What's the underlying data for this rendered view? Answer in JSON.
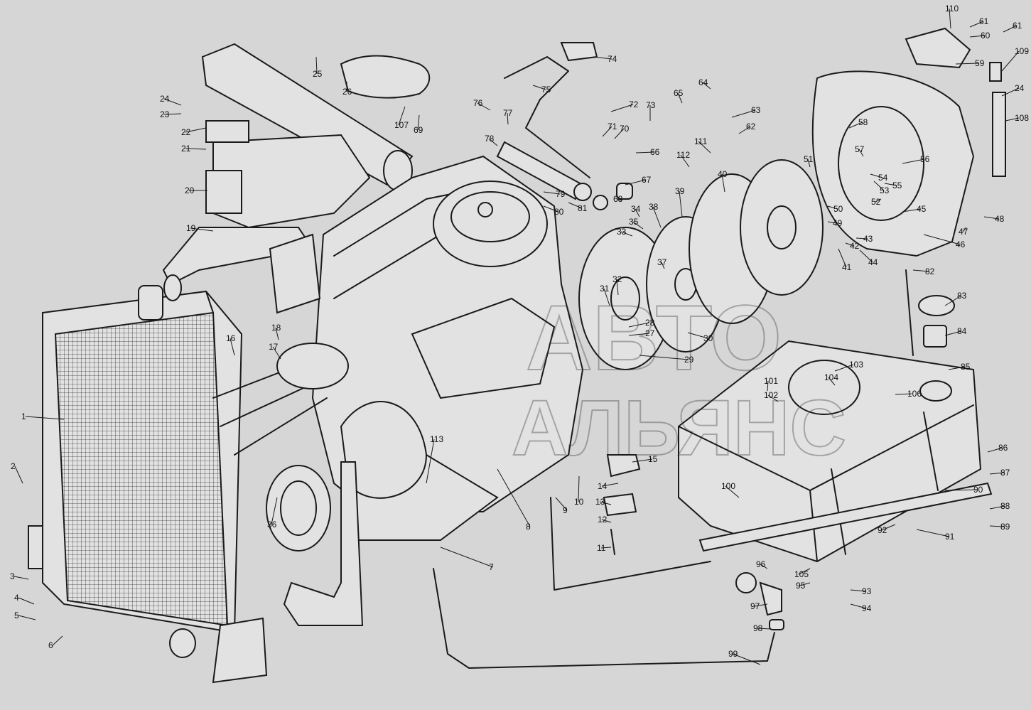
{
  "watermark": {
    "line1": "АВТО",
    "line2": "АЛЬЯНС"
  },
  "colors": {
    "background": "#d6d6d6",
    "ink": "#1a1a1a",
    "part_fill": "#e2e2e2"
  },
  "callouts": [
    {
      "id": "1",
      "text": "1"
    },
    {
      "id": "2",
      "text": "2"
    },
    {
      "id": "3",
      "text": "3"
    },
    {
      "id": "4",
      "text": "4"
    },
    {
      "id": "5",
      "text": "5"
    },
    {
      "id": "6",
      "text": "6"
    },
    {
      "id": "7",
      "text": "7"
    },
    {
      "id": "8",
      "text": "8"
    },
    {
      "id": "9",
      "text": "9"
    },
    {
      "id": "10",
      "text": "10"
    },
    {
      "id": "11",
      "text": "11"
    },
    {
      "id": "12",
      "text": "12"
    },
    {
      "id": "13",
      "text": "13"
    },
    {
      "id": "14",
      "text": "14"
    },
    {
      "id": "15",
      "text": "15"
    },
    {
      "id": "16",
      "text": "16"
    },
    {
      "id": "17",
      "text": "17"
    },
    {
      "id": "18",
      "text": "18"
    },
    {
      "id": "19",
      "text": "19"
    },
    {
      "id": "20",
      "text": "20"
    },
    {
      "id": "21",
      "text": "21"
    },
    {
      "id": "22",
      "text": "22"
    },
    {
      "id": "23",
      "text": "23"
    },
    {
      "id": "24a",
      "text": "24"
    },
    {
      "id": "25",
      "text": "25"
    },
    {
      "id": "26",
      "text": "26"
    },
    {
      "id": "27",
      "text": "27"
    },
    {
      "id": "28",
      "text": "28"
    },
    {
      "id": "29",
      "text": "29"
    },
    {
      "id": "30",
      "text": "30"
    },
    {
      "id": "31",
      "text": "31"
    },
    {
      "id": "32",
      "text": "32"
    },
    {
      "id": "33",
      "text": "33"
    },
    {
      "id": "34",
      "text": "34"
    },
    {
      "id": "35",
      "text": "35"
    },
    {
      "id": "36",
      "text": "36"
    },
    {
      "id": "37",
      "text": "37"
    },
    {
      "id": "38",
      "text": "38"
    },
    {
      "id": "39",
      "text": "39"
    },
    {
      "id": "40",
      "text": "40"
    },
    {
      "id": "41",
      "text": "41"
    },
    {
      "id": "42",
      "text": "42"
    },
    {
      "id": "43",
      "text": "43"
    },
    {
      "id": "44",
      "text": "44"
    },
    {
      "id": "45",
      "text": "45"
    },
    {
      "id": "46",
      "text": "46"
    },
    {
      "id": "47",
      "text": "47"
    },
    {
      "id": "48",
      "text": "48"
    },
    {
      "id": "49",
      "text": "49"
    },
    {
      "id": "50",
      "text": "50"
    },
    {
      "id": "51",
      "text": "51"
    },
    {
      "id": "52",
      "text": "52"
    },
    {
      "id": "53",
      "text": "53"
    },
    {
      "id": "54",
      "text": "54"
    },
    {
      "id": "55",
      "text": "55"
    },
    {
      "id": "56",
      "text": "56"
    },
    {
      "id": "57",
      "text": "57"
    },
    {
      "id": "58",
      "text": "58"
    },
    {
      "id": "59",
      "text": "59"
    },
    {
      "id": "60",
      "text": "60"
    },
    {
      "id": "61a",
      "text": "61"
    },
    {
      "id": "61b",
      "text": "61"
    },
    {
      "id": "62",
      "text": "62"
    },
    {
      "id": "63",
      "text": "63"
    },
    {
      "id": "64",
      "text": "64"
    },
    {
      "id": "65",
      "text": "65"
    },
    {
      "id": "66",
      "text": "66"
    },
    {
      "id": "67",
      "text": "67"
    },
    {
      "id": "68",
      "text": "68"
    },
    {
      "id": "69",
      "text": "69"
    },
    {
      "id": "70",
      "text": "70"
    },
    {
      "id": "71",
      "text": "71"
    },
    {
      "id": "72",
      "text": "72"
    },
    {
      "id": "73",
      "text": "73"
    },
    {
      "id": "74",
      "text": "74"
    },
    {
      "id": "75",
      "text": "75"
    },
    {
      "id": "76",
      "text": "76"
    },
    {
      "id": "77",
      "text": "77"
    },
    {
      "id": "78",
      "text": "78"
    },
    {
      "id": "79",
      "text": "79"
    },
    {
      "id": "80",
      "text": "80"
    },
    {
      "id": "81",
      "text": "81"
    },
    {
      "id": "82",
      "text": "82"
    },
    {
      "id": "83",
      "text": "83"
    },
    {
      "id": "84",
      "text": "84"
    },
    {
      "id": "85",
      "text": "85"
    },
    {
      "id": "86",
      "text": "86"
    },
    {
      "id": "87",
      "text": "87"
    },
    {
      "id": "88",
      "text": "88"
    },
    {
      "id": "89",
      "text": "89"
    },
    {
      "id": "90",
      "text": "90"
    },
    {
      "id": "91",
      "text": "91"
    },
    {
      "id": "92",
      "text": "92"
    },
    {
      "id": "93",
      "text": "93"
    },
    {
      "id": "94",
      "text": "94"
    },
    {
      "id": "95",
      "text": "95"
    },
    {
      "id": "96",
      "text": "96"
    },
    {
      "id": "97",
      "text": "97"
    },
    {
      "id": "98",
      "text": "98"
    },
    {
      "id": "99",
      "text": "99"
    },
    {
      "id": "100",
      "text": "100"
    },
    {
      "id": "101",
      "text": "101"
    },
    {
      "id": "102",
      "text": "102"
    },
    {
      "id": "103",
      "text": "103"
    },
    {
      "id": "104",
      "text": "104"
    },
    {
      "id": "105",
      "text": "105"
    },
    {
      "id": "106",
      "text": "106"
    },
    {
      "id": "107",
      "text": "107"
    },
    {
      "id": "108",
      "text": "108"
    },
    {
      "id": "109",
      "text": "109"
    },
    {
      "id": "110",
      "text": "110"
    },
    {
      "id": "111",
      "text": "111"
    },
    {
      "id": "112",
      "text": "112"
    },
    {
      "id": "113",
      "text": "113"
    },
    {
      "id": "24b",
      "text": "24"
    }
  ]
}
